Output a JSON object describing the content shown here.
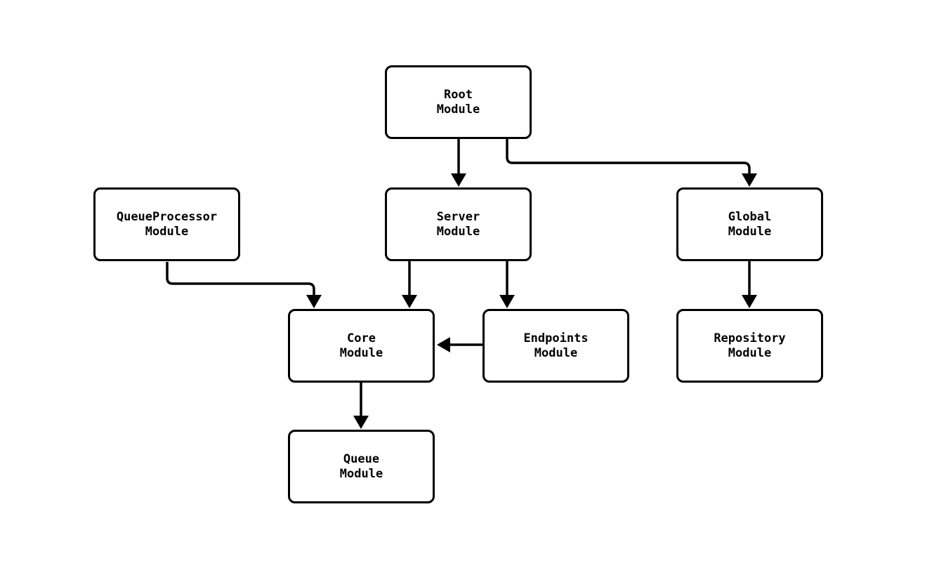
{
  "diagram": {
    "type": "module-dependency-graph",
    "colors": {
      "background": "#ffffff",
      "node_fill": "#ffffff",
      "stroke": "#000000",
      "text": "#000000"
    },
    "nodes": [
      {
        "id": "root",
        "label": "Root\nModule"
      },
      {
        "id": "queueprocessor",
        "label": "QueueProcessor\nModule"
      },
      {
        "id": "server",
        "label": "Server\nModule"
      },
      {
        "id": "global",
        "label": "Global\nModule"
      },
      {
        "id": "core",
        "label": "Core\nModule"
      },
      {
        "id": "endpoints",
        "label": "Endpoints\nModule"
      },
      {
        "id": "repository",
        "label": "Repository\nModule"
      },
      {
        "id": "queue",
        "label": "Queue\nModule"
      }
    ],
    "edges": [
      {
        "from": "root",
        "to": "server"
      },
      {
        "from": "root",
        "to": "global"
      },
      {
        "from": "queueprocessor",
        "to": "core"
      },
      {
        "from": "server",
        "to": "core"
      },
      {
        "from": "server",
        "to": "endpoints"
      },
      {
        "from": "global",
        "to": "repository"
      },
      {
        "from": "endpoints",
        "to": "core"
      },
      {
        "from": "core",
        "to": "queue"
      }
    ]
  }
}
